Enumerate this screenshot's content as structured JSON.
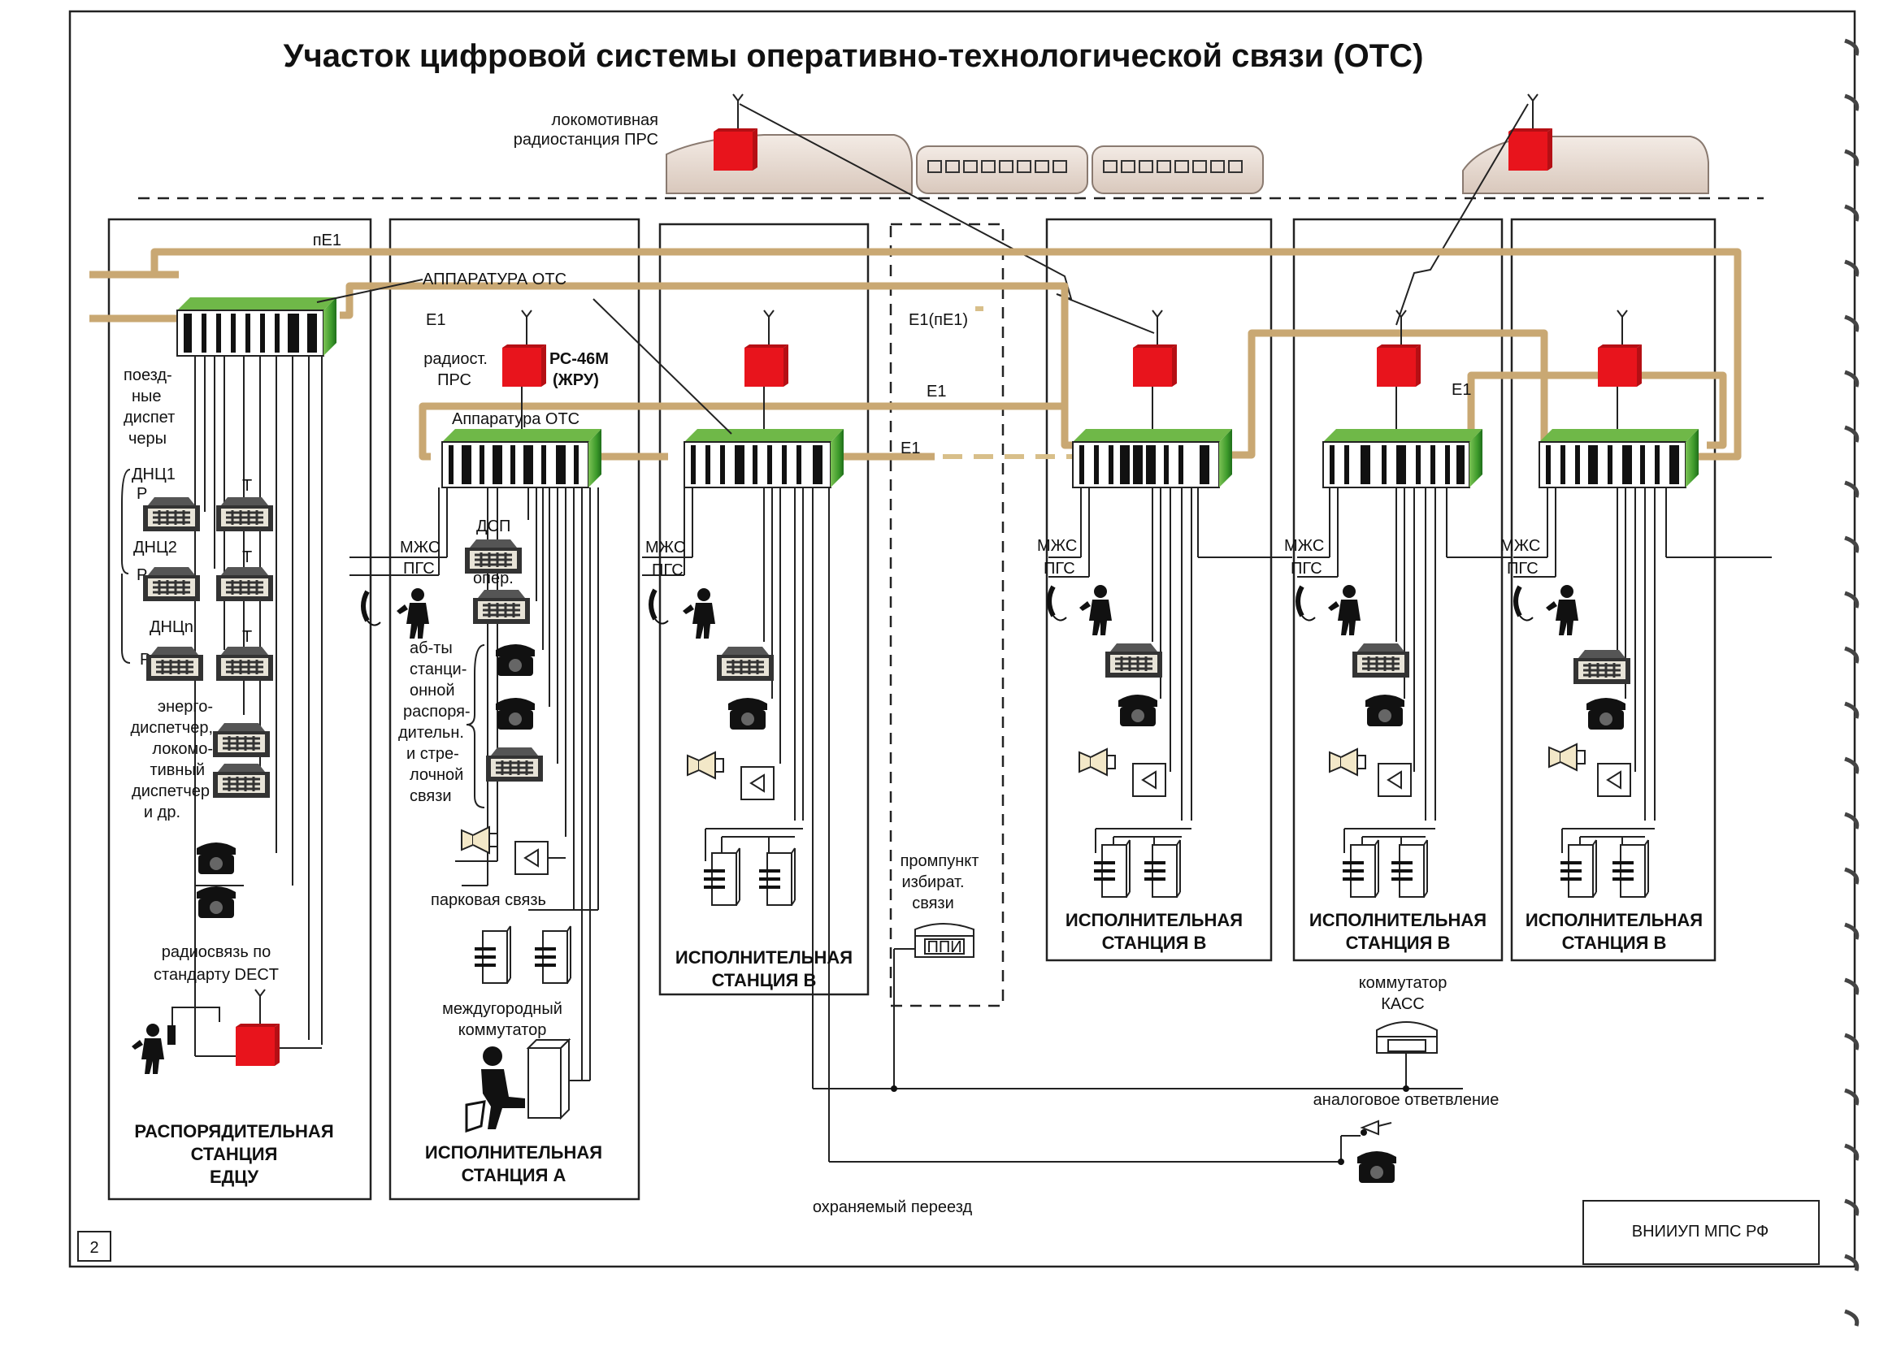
{
  "title": "Участок цифровой системы оперативно-технологической связи (ОТС)",
  "page_number": "2",
  "publisher": "ВНИИУП МПС РФ",
  "labels": {
    "loco_radio": [
      "локомотивная",
      "радиостанция ПРС"
    ],
    "ne1": "пЕ1",
    "apparatus_ots_caps": "АППАРАТУРА ОТС",
    "apparatus_ots": "Аппаратура ОТС",
    "e1": "Е1",
    "e1_ne1": "Е1(пЕ1)",
    "radio_prs": [
      "радиост.",
      "ПРС"
    ],
    "rs46m": [
      "РС-46М",
      "(ЖРУ)"
    ],
    "train_dispatchers": [
      "поезд-",
      "ные",
      "диспет",
      "черы"
    ],
    "dnc1": "ДНЦ1",
    "dnc2": "ДНЦ2",
    "dncn": "ДНЦn",
    "r": "Р",
    "t": "Т",
    "energy_dispatcher": [
      "энерго-",
      "диспетчер,",
      "локомо-",
      "тивный",
      "диспетчер",
      "и др."
    ],
    "dect": [
      "радиосвязь по",
      "стандарту DECT"
    ],
    "mzhs": "МЖС",
    "pgs": "ПГС",
    "dsp": "ДСП",
    "oper": "опер.",
    "station_subscribers": [
      "аб-ты",
      "станци-",
      "онной",
      "распоря-",
      "дительн.",
      "и стре-",
      "лочной",
      "связи"
    ],
    "park_comm": "парковая связь",
    "long_distance": [
      "междугородный",
      "коммутатор"
    ],
    "promptpunkt": [
      "промпункт",
      "избират.",
      "связи"
    ],
    "ppi": "ППИ",
    "kass": [
      "коммутатор",
      "КАСС"
    ],
    "analog_branch": "аналоговое ответвление",
    "guarded_crossing": "охраняемый переезд"
  },
  "stations": {
    "edcu": [
      "РАСПОРЯДИТЕЛЬНАЯ",
      "СТАНЦИЯ",
      "ЕДЦУ"
    ],
    "a": [
      "ИСПОЛНИТЕЛЬНАЯ",
      "СТАНЦИЯ А"
    ],
    "b1": [
      "ИСПОЛНИТЕЛЬНАЯ",
      "СТАНЦИЯ В"
    ],
    "b2": [
      "ИСПОЛНИТЕЛЬНАЯ",
      "СТАНЦИЯ В"
    ],
    "b3": [
      "ИСПОЛНИТЕЛЬНАЯ",
      "СТАНЦИЯ В"
    ],
    "b4": [
      "ИСПОЛНИТЕЛЬНАЯ",
      "СТАНЦИЯ В"
    ]
  },
  "colors": {
    "bus": "#c9a873",
    "radio": "#e8141c",
    "equipment_green": "#3f9c2c",
    "train": "#e9dcd3"
  }
}
